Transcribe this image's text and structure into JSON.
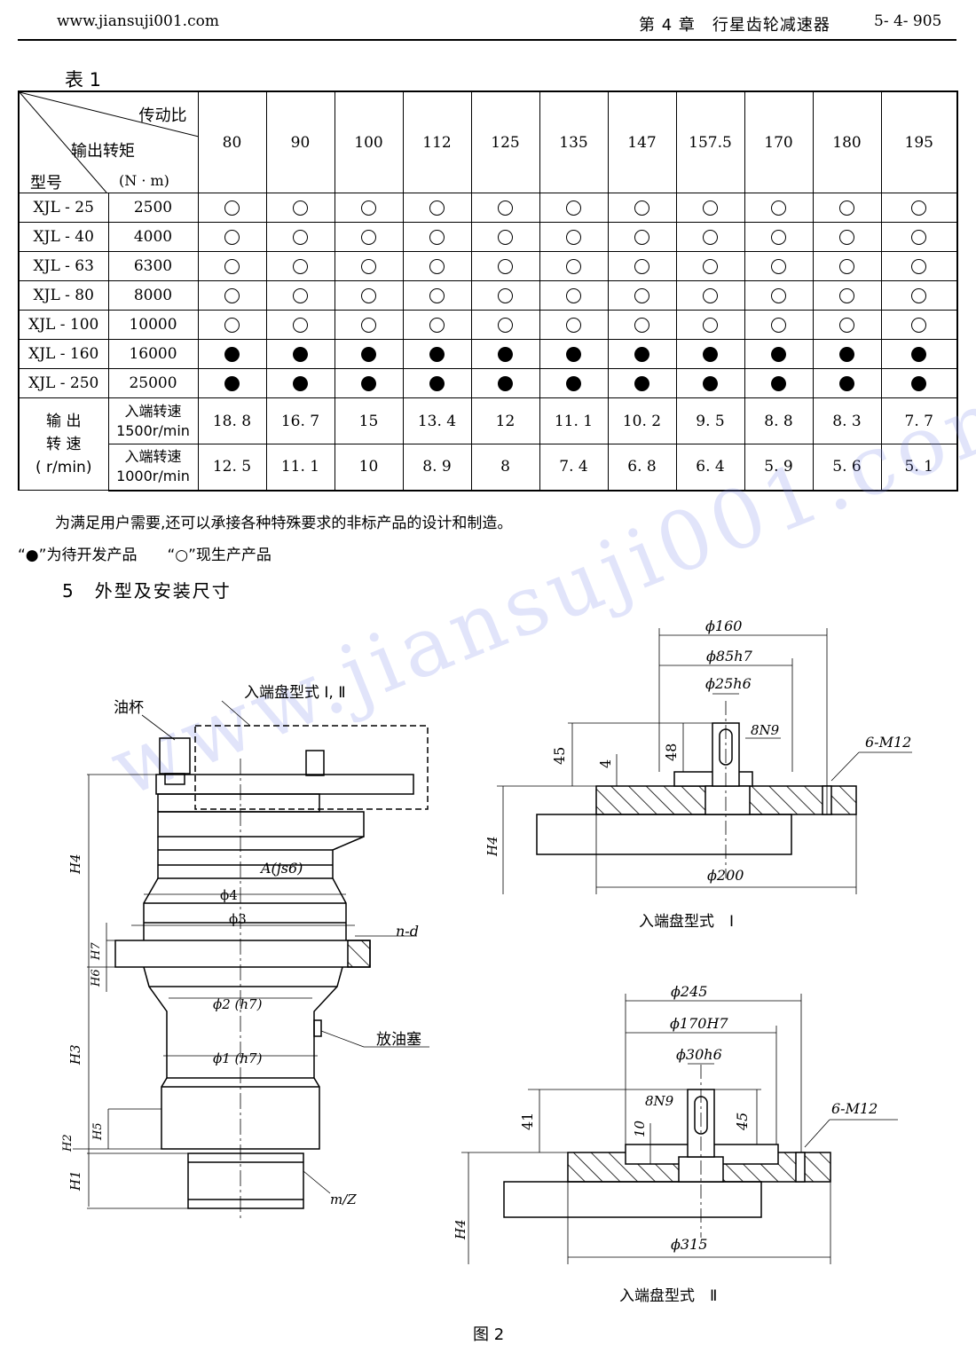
{
  "header": {
    "url": "www.jiansuji001.com",
    "chapter": "第 4 章　行星齿轮减速器",
    "page": "5- 4- 905"
  },
  "table": {
    "title": "表 1",
    "corner": {
      "ratio_label": "传动比",
      "torque_label": "输出转矩",
      "model_label": "型号",
      "torque_unit": "(N · m)"
    },
    "ratios": [
      "80",
      "90",
      "100",
      "112",
      "125",
      "135",
      "147",
      "157.5",
      "170",
      "180",
      "195"
    ],
    "rows": [
      {
        "model": "XJL - 25",
        "torque": "2500",
        "status": "produced"
      },
      {
        "model": "XJL - 40",
        "torque": "4000",
        "status": "produced"
      },
      {
        "model": "XJL - 63",
        "torque": "6300",
        "status": "produced"
      },
      {
        "model": "XJL - 80",
        "torque": "8000",
        "status": "produced"
      },
      {
        "model": "XJL - 100",
        "torque": "10000",
        "status": "produced"
      },
      {
        "model": "XJL - 160",
        "torque": "16000",
        "status": "developing"
      },
      {
        "model": "XJL - 250",
        "torque": "25000",
        "status": "developing"
      }
    ],
    "speed_label": [
      "输 出",
      "转 速",
      "( r/min)"
    ],
    "speed_rows": [
      {
        "label_1": "入端转速",
        "label_2": "1500r/min",
        "values": [
          "18. 8",
          "16. 7",
          "15",
          "13. 4",
          "12",
          "11. 1",
          "10. 2",
          "9. 5",
          "8. 8",
          "8. 3",
          "7. 7"
        ]
      },
      {
        "label_1": "入端转速",
        "label_2": "1000r/min",
        "values": [
          "12. 5",
          "11. 1",
          "10",
          "8. 9",
          "8",
          "7. 4",
          "6. 8",
          "6. 4",
          "5. 9",
          "5. 6",
          "5. 1"
        ]
      }
    ]
  },
  "notes": {
    "line1": "为满足用户需要,还可以承接各种特殊要求的非标产品的设计和制造。",
    "line2": "“●”为待开发产品　　“○”现生产产品"
  },
  "section_title": "5　外型及安装尺寸",
  "drawing_labels": {
    "oil_cup": "油杯",
    "input_plate_types": "入端盘型式 Ⅰ, Ⅱ",
    "H4": "H4",
    "H7": "H7",
    "H6": "H6",
    "H3": "H3",
    "H5": "H5",
    "H2": "H2",
    "H1": "H1",
    "A": "A(js6)",
    "phi4": "ϕ4",
    "phi3": "ϕ3",
    "phi2": "ϕ2 (h7)",
    "phi1": "ϕ1 (h7)",
    "nd": "n-d",
    "drain_plug": "放油塞",
    "mz": "m/Z"
  },
  "type1": {
    "phi160": "ϕ160",
    "phi85": "ϕ85h7",
    "phi25": "ϕ25h6",
    "d45": "45",
    "d4": "4",
    "d48": "48",
    "key": "8N9",
    "bolts": "6-M12",
    "H4": "H4",
    "phi200": "ϕ200",
    "caption": "入端盘型式　Ⅰ"
  },
  "type2": {
    "phi245": "ϕ245",
    "phi170": "ϕ170H7",
    "phi30": "ϕ30h6",
    "key": "8N9",
    "d41": "41",
    "d10": "10",
    "d45": "45",
    "bolts": "6-M12",
    "H4": "H4",
    "phi315": "ϕ315",
    "caption": "入端盘型式　Ⅱ"
  },
  "figure_caption": "图 2",
  "watermark": "www.jiansuji001.com"
}
